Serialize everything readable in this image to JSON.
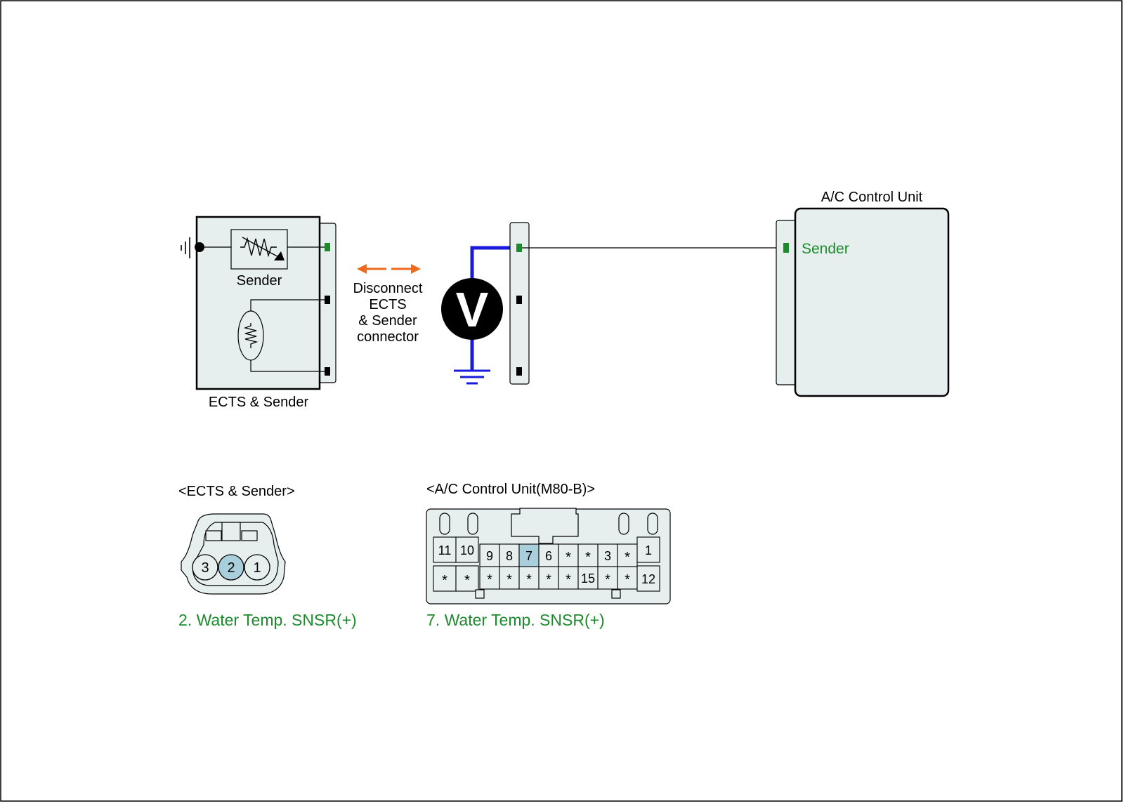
{
  "diagram": {
    "ects_sender": {
      "sender_label": "Sender",
      "box_label": "ECTS & Sender"
    },
    "instruction": {
      "lines": [
        "Disconnect",
        "ECTS",
        "& Sender",
        "connector"
      ]
    },
    "voltmeter": {
      "symbol": "V"
    },
    "ac_control_unit": {
      "title": "A/C Control Unit",
      "terminal_label": "Sender"
    },
    "colors": {
      "wire_highlight": "#1a1adb",
      "terminal_green": "#1e8a2e",
      "arrow_orange": "#f06a1e",
      "box_fill": "#e6eeee",
      "highlight_pin": "#aacfdc"
    }
  },
  "connectors": {
    "ects": {
      "title": "<ECTS & Sender>",
      "pins": [
        "3",
        "2",
        "1"
      ],
      "highlighted_pin": "2",
      "caption": "2. Water Temp. SNSR(+)"
    },
    "ac": {
      "title": "<A/C Control Unit(M80-B)>",
      "top_left": [
        "11",
        "10"
      ],
      "top_middle": [
        "9",
        "8",
        "7",
        "6",
        "*",
        "*",
        "3",
        "*"
      ],
      "top_right": "1",
      "bottom_left": [
        "*",
        "*"
      ],
      "bottom_middle": [
        "*",
        "*",
        "*",
        "*",
        "*",
        "15",
        "*",
        "*"
      ],
      "bottom_right": "12",
      "highlighted_pin": "7",
      "caption": "7. Water Temp. SNSR(+)"
    }
  }
}
